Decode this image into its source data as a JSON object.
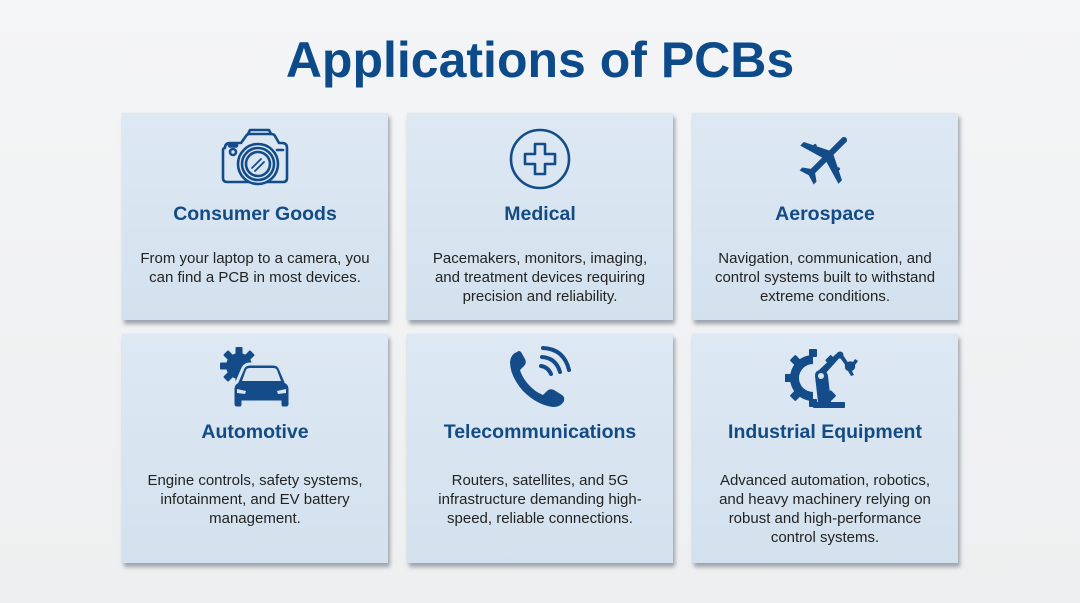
{
  "page": {
    "title": "Applications of PCBs"
  },
  "colors": {
    "title": "#0d4a8a",
    "heading": "#134b85",
    "icon": "#144c8a",
    "card_background": "#d9e5f1",
    "page_background": "#f1f2f3",
    "body_text": "#232323"
  },
  "cards": [
    {
      "icon": "camera-icon",
      "heading": "Consumer Goods",
      "description": "From your laptop to a camera, you can find a PCB in most devices."
    },
    {
      "icon": "medical-cross-icon",
      "heading": "Medical",
      "description": "Pacemakers, monitors, imaging, and treatment devices requiring precision and reliability."
    },
    {
      "icon": "airplane-icon",
      "heading": "Aerospace",
      "description": "Navigation, communication, and control systems built to withstand extreme conditions."
    },
    {
      "icon": "car-gear-icon",
      "heading": "Automotive",
      "description": "Engine controls, safety systems, infotainment, and EV battery management."
    },
    {
      "icon": "phone-signal-icon",
      "heading": "Telecommunications",
      "description": "Routers, satellites, and 5G infrastructure demanding high-speed, reliable connections."
    },
    {
      "icon": "robot-arm-gear-icon",
      "heading": "Industrial Equipment",
      "description": "Advanced automation, robotics, and heavy machinery relying on robust and high-performance control systems."
    }
  ]
}
